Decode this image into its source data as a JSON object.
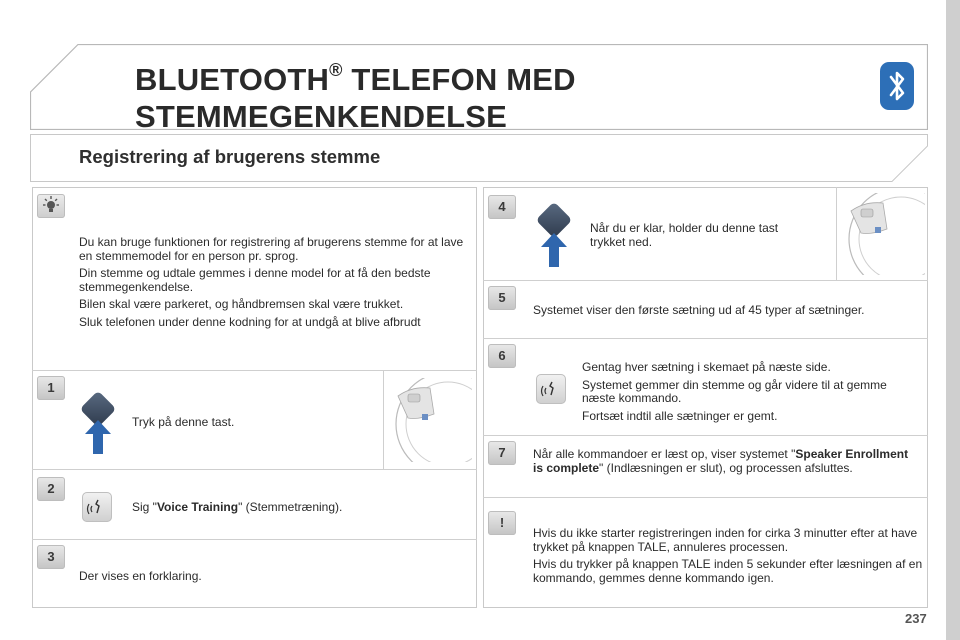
{
  "header": {
    "title_line1_pre": "BLUETOOTH",
    "title_reg": "®",
    "title_line1_post": " TELEFON MED",
    "title_line2": "STEMMEGENKENDELSE"
  },
  "section": {
    "subtitle": "Registrering af brugerens stemme"
  },
  "left": {
    "intro": [
      "Du kan bruge funktionen for registrering af brugerens stemme for at lave en stemmemodel for en person pr. sprog.",
      "Din stemme og udtale gemmes i denne model for at få den bedste stemmegenkendelse.",
      "Bilen skal være parkeret, og håndbremsen skal være trukket.",
      "Sluk telefonen under denne kodning for at undgå at blive afbrudt"
    ],
    "step1": {
      "num": "1",
      "text": "Tryk på denne tast."
    },
    "step2": {
      "num": "2",
      "pre": "Sig \"",
      "bold": "Voice Training",
      "post": "\" (Stemmetræning)."
    },
    "step3": {
      "num": "3",
      "text": "Der vises en forklaring."
    }
  },
  "right": {
    "step4": {
      "num": "4",
      "text": "Når du er klar, holder du denne tast trykket ned."
    },
    "step5": {
      "num": "5",
      "text": "Systemet viser den første sætning ud af 45 typer af sætninger."
    },
    "step6": {
      "num": "6",
      "lines": [
        "Gentag hver sætning i skemaet på næste side.",
        "Systemet gemmer din stemme og går videre til at gemme næste kommando.",
        "Fortsæt indtil alle sætninger er gemt."
      ]
    },
    "step7": {
      "num": "7",
      "pre": "Når alle kommandoer er læst op, viser systemet \"",
      "bold": "Speaker Enrollment is complete",
      "post": "\" (Indlæsningen er slut), og processen afsluttes."
    },
    "warning": {
      "symbol": "!",
      "lines": [
        "Hvis du ikke starter registreringen inden for cirka 3 minutter efter at have trykket på knappen TALE, annuleres processen.",
        "Hvis du trykker på knappen TALE inden 5 sekunder efter læsningen af en kommando, gemmes denne kommando igen."
      ]
    }
  },
  "footer": {
    "page_number": "237"
  },
  "colors": {
    "bluetooth_icon": "#2d6fb7",
    "arrow": "#2f66ad",
    "badge": "#d4d4d4"
  }
}
